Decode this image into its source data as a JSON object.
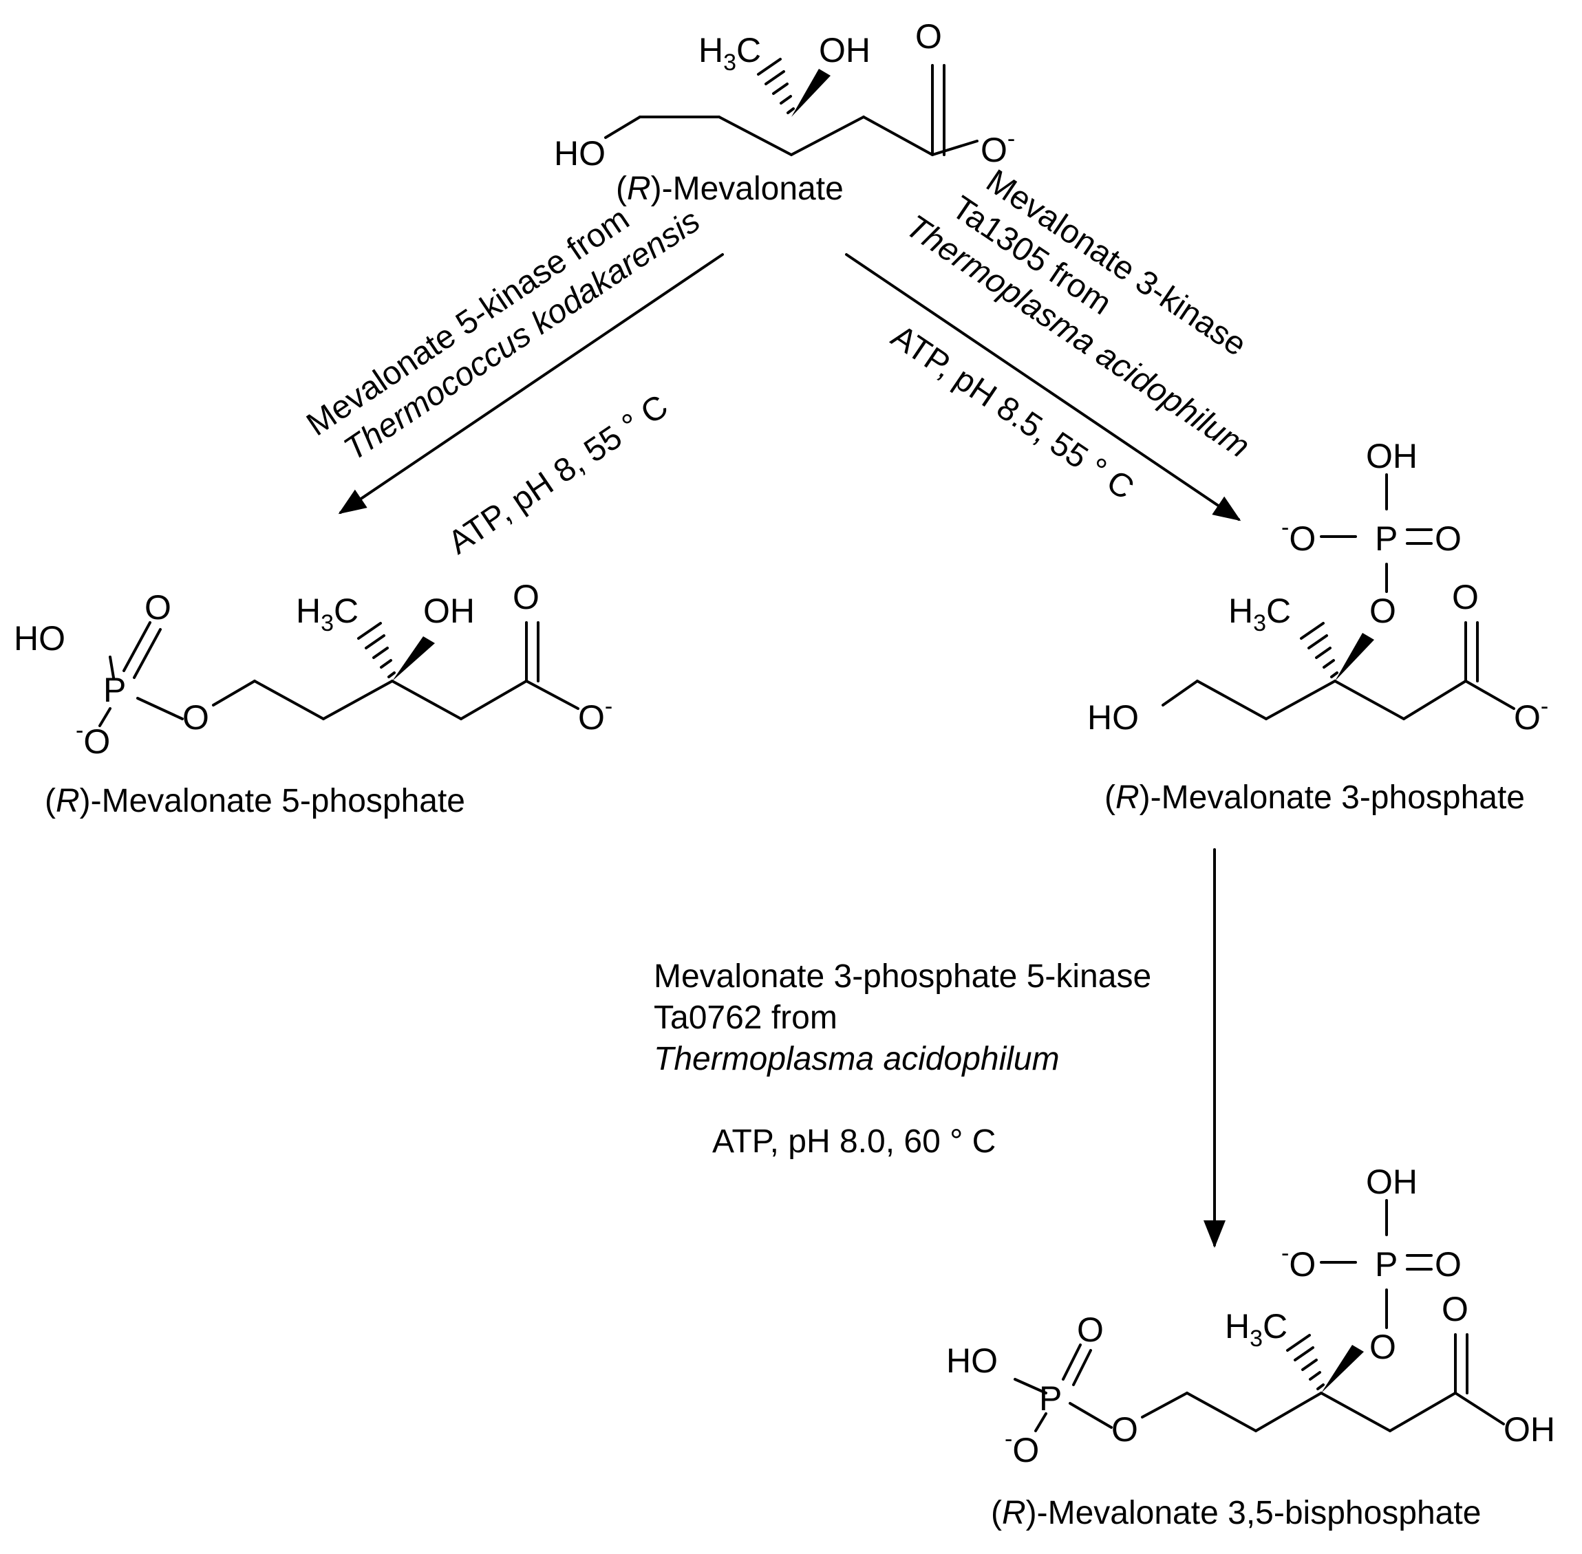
{
  "compounds": {
    "mevalonate": {
      "prefix": "(",
      "stereo": "R",
      "suffix": ")-Mevalonate",
      "atoms": {
        "ho": "HO",
        "ch3_h": "H",
        "ch3_3": "3",
        "ch3_c": "C",
        "oh": "OH",
        "o_dbl": "O",
        "o_minus": "O",
        "charge": "-"
      }
    },
    "mev5p": {
      "prefix": "(",
      "stereo": "R",
      "suffix": ")-Mevalonate 5-phosphate",
      "atoms": {
        "ho_p": "HO",
        "p": "P",
        "o_dbl_p": "O",
        "o_minus_p": "O",
        "charge_p": "-",
        "o_link": "O",
        "ch3_h": "H",
        "ch3_3": "3",
        "ch3_c": "C",
        "oh": "OH",
        "o_dbl": "O",
        "o_minus": "O",
        "charge": "-"
      }
    },
    "mev3p": {
      "prefix": "(",
      "stereo": "R",
      "suffix": ")-Mevalonate 3-phosphate",
      "atoms": {
        "oh_p": "OH",
        "o_minus_p": "O",
        "charge_p": "-",
        "p": "P",
        "o_dbl_p": "O",
        "o_link": "O",
        "ch3_h": "H",
        "ch3_3": "3",
        "ch3_c": "C",
        "ho": "HO",
        "o_dbl": "O",
        "o_minus": "O",
        "charge": "-"
      }
    },
    "mev35bp": {
      "prefix": "(",
      "stereo": "R",
      "suffix": ")-Mevalonate 3,5-bisphosphate",
      "atoms": {
        "oh_p3": "OH",
        "o_minus_p3": "O",
        "charge_p3": "-",
        "p3": "P",
        "o_dbl_p3": "O",
        "o_link3": "O",
        "ch3_h": "H",
        "ch3_3": "3",
        "ch3_c": "C",
        "ho_p5": "HO",
        "p5": "P",
        "o_dbl_p5": "O",
        "o_minus_p5": "O",
        "charge_p5": "-",
        "o_link5": "O",
        "o_dbl": "O",
        "oh": "OH"
      }
    }
  },
  "reactions": {
    "left": {
      "enzyme": "Mevalonate 5-kinase from",
      "organism": "Thermococcus kodakarensis",
      "conditions": "ATP, pH 8, 55 ° C"
    },
    "right": {
      "enzyme": "Mevalonate 3-kinase",
      "gene": "Ta1305 from",
      "organism": "Thermoplasma acidophilum",
      "conditions": "ATP, pH 8.5, 55 ° C"
    },
    "down": {
      "enzyme": "Mevalonate 3-phosphate 5-kinase",
      "gene": "Ta0762 from",
      "organism": "Thermoplasma acidophilum",
      "conditions": "ATP, pH 8.0, 60 ° C"
    }
  }
}
